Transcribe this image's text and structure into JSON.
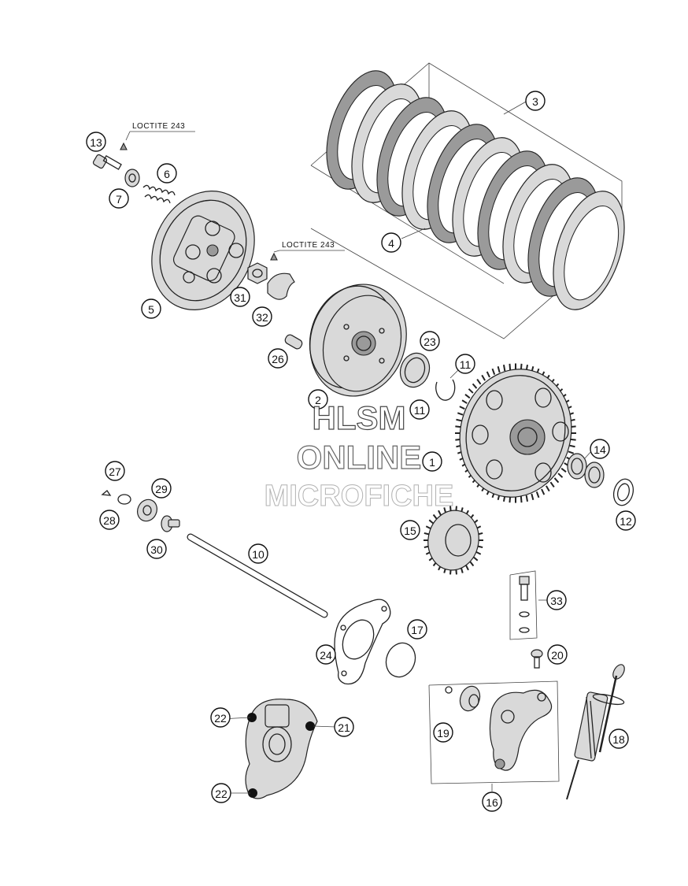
{
  "watermark": {
    "line1": "HLSM",
    "line2": "ONLINE",
    "line3": "MICROFICHE"
  },
  "notes": {
    "loctite_top": "LOCTITE 243",
    "loctite_mid": "LOCTITE 243"
  },
  "callouts": [
    {
      "id": "c1",
      "label": "1"
    },
    {
      "id": "c2",
      "label": "2"
    },
    {
      "id": "c3",
      "label": "3"
    },
    {
      "id": "c4",
      "label": "4"
    },
    {
      "id": "c5",
      "label": "5"
    },
    {
      "id": "c6",
      "label": "6"
    },
    {
      "id": "c7",
      "label": "7"
    },
    {
      "id": "c10",
      "label": "10"
    },
    {
      "id": "c11a",
      "label": "11"
    },
    {
      "id": "c11b",
      "label": "11"
    },
    {
      "id": "c12",
      "label": "12"
    },
    {
      "id": "c13",
      "label": "13"
    },
    {
      "id": "c14",
      "label": "14"
    },
    {
      "id": "c15",
      "label": "15"
    },
    {
      "id": "c16",
      "label": "16"
    },
    {
      "id": "c17",
      "label": "17"
    },
    {
      "id": "c18",
      "label": "18"
    },
    {
      "id": "c19",
      "label": "19"
    },
    {
      "id": "c20",
      "label": "20"
    },
    {
      "id": "c21",
      "label": "21"
    },
    {
      "id": "c22a",
      "label": "22"
    },
    {
      "id": "c22b",
      "label": "22"
    },
    {
      "id": "c23",
      "label": "23"
    },
    {
      "id": "c24",
      "label": "24"
    },
    {
      "id": "c26",
      "label": "26"
    },
    {
      "id": "c27",
      "label": "27"
    },
    {
      "id": "c28",
      "label": "28"
    },
    {
      "id": "c29",
      "label": "29"
    },
    {
      "id": "c30",
      "label": "30"
    },
    {
      "id": "c31",
      "label": "31"
    },
    {
      "id": "c32",
      "label": "32"
    },
    {
      "id": "c33",
      "label": "33"
    }
  ]
}
